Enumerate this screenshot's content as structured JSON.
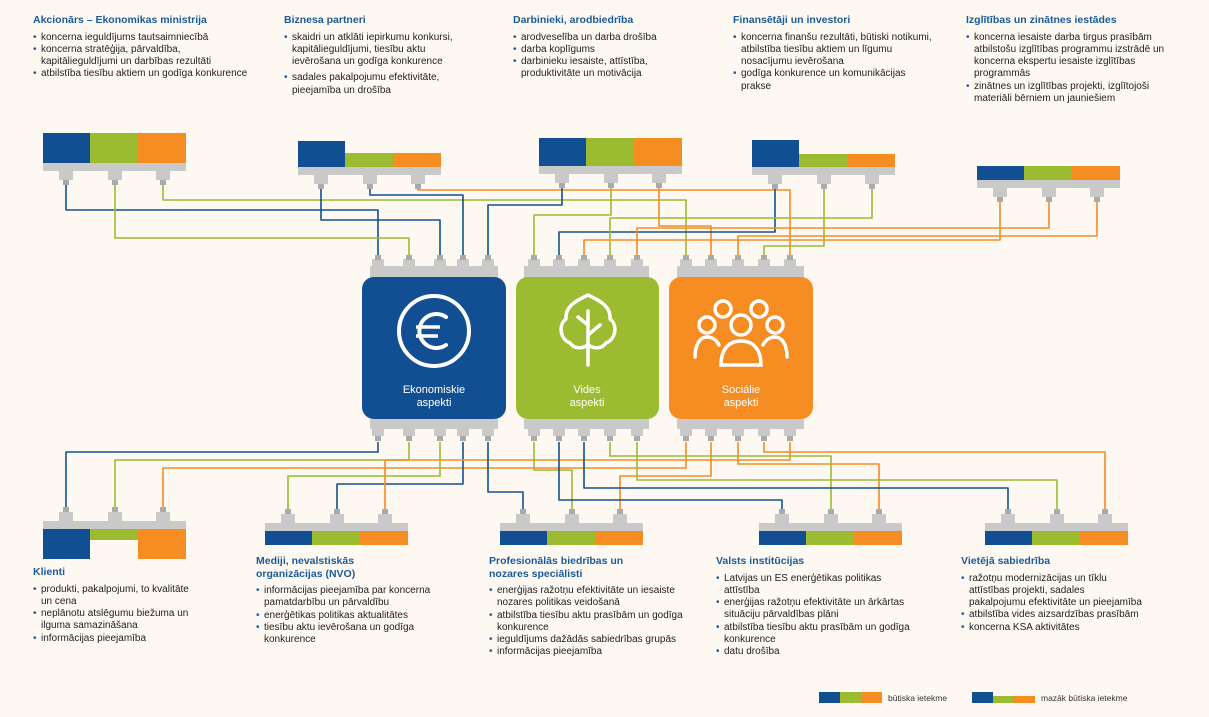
{
  "colors": {
    "economic": "#124f92",
    "environment": "#9bbb31",
    "social": "#f58d23",
    "wire_blue": "#13508f",
    "wire_green": "#9bbb31",
    "wire_orange": "#f58d23",
    "connector": "#c9c9c9",
    "title": "#1b5b9a",
    "background": "#fdf8f1"
  },
  "top_groups": [
    {
      "title": "Akcionārs – Ekonomikas ministrija",
      "items": [
        "koncerna ieguldījums tautsaimniecībā",
        "koncerna stratēģija, pārvaldība, kapitālieguldījumi un darbības rezultāti",
        "atbilstība tiesību aktiem un godīga konkurence"
      ]
    },
    {
      "title": "Biznesa partneri",
      "items": [
        "skaidri un atklāti iepirkumu konkursi, kapitālieguldījumi, tiesību aktu ievērošana un godīga konkurence",
        "sadales pakalpojumu efektivitāte, pieejamība un drošība"
      ]
    },
    {
      "title": "Darbinieki, arodbiedrība",
      "items": [
        "arodveselība un darba drošība",
        "darba koplīgums",
        "darbinieku iesaiste, attīstība, produktivitāte un motivācija"
      ]
    },
    {
      "title": "Finansētāji un investori",
      "items": [
        "koncerna finanšu rezultāti, būtiski notikumi, atbilstība tiesību aktiem un līgumu nosacījumu ievērošana",
        "godīga konkurence un komunikācijas prakse"
      ]
    },
    {
      "title": "Izglītības un zinātnes iestādes",
      "items": [
        "koncerna iesaiste darba tirgus prasībām atbilstošu izglītības programmu izstrādē un koncerna ekspertu iesaiste izglītības programmās",
        "zinātnes un izglītības projekti, izglītojoši materiāli bērniem un jauniešiem"
      ]
    }
  ],
  "bottom_groups": [
    {
      "title": "Klienti",
      "items": [
        "produkti, pakalpojumi, to kvalitāte un cena",
        "neplānotu atslēgumu biežuma un ilguma samazināšana",
        "informācijas pieejamība"
      ]
    },
    {
      "title": "Mediji, nevalstiskās organizācijas (NVO)",
      "items": [
        "informācijas pieejamība par koncerna pamatdarbību un pārvaldību",
        "enerģētikas politikas aktualitātes",
        "tiesību aktu ievērošana un godīga konkurence"
      ]
    },
    {
      "title": "Profesionālās biedrības un nozares speciālisti",
      "items": [
        "enerģijas ražotņu efektivitāte un iesaiste nozares politikas veidošanā",
        "atbilstība tiesību aktu prasībām un godīga konkurence",
        "ieguldījums dažādās sabiedrības grupās",
        "informācijas pieejamība"
      ]
    },
    {
      "title": "Valsts institūcijas",
      "items": [
        "Latvijas un ES enerģētikas politikas attīstība",
        "enerģijas ražotņu efektivitāte un ārkārtas situāciju pārvaldības plāni",
        "atbilstība tiesību aktu prasībām un godīga konkurence",
        "datu drošība"
      ]
    },
    {
      "title": "Vietējā sabiedrība",
      "items": [
        "ražotņu modernizācijas un tīklu attīstības projekti, sadales pakalpojumu efektivitāte un pieejamība",
        "atbilstība vides aizsardzības prasībām",
        "koncerna KSA aktivitātes"
      ]
    }
  ],
  "hubs": [
    {
      "label": "Ekonomiskie aspekti",
      "icon": "euro-icon"
    },
    {
      "label": "Vides aspekti",
      "icon": "tree-icon"
    },
    {
      "label": "Sociālie aspekti",
      "icon": "people-icon"
    }
  ],
  "legend": {
    "significant": "būtiska ietekme",
    "less_significant": "mazāk būtiska ietekme"
  }
}
